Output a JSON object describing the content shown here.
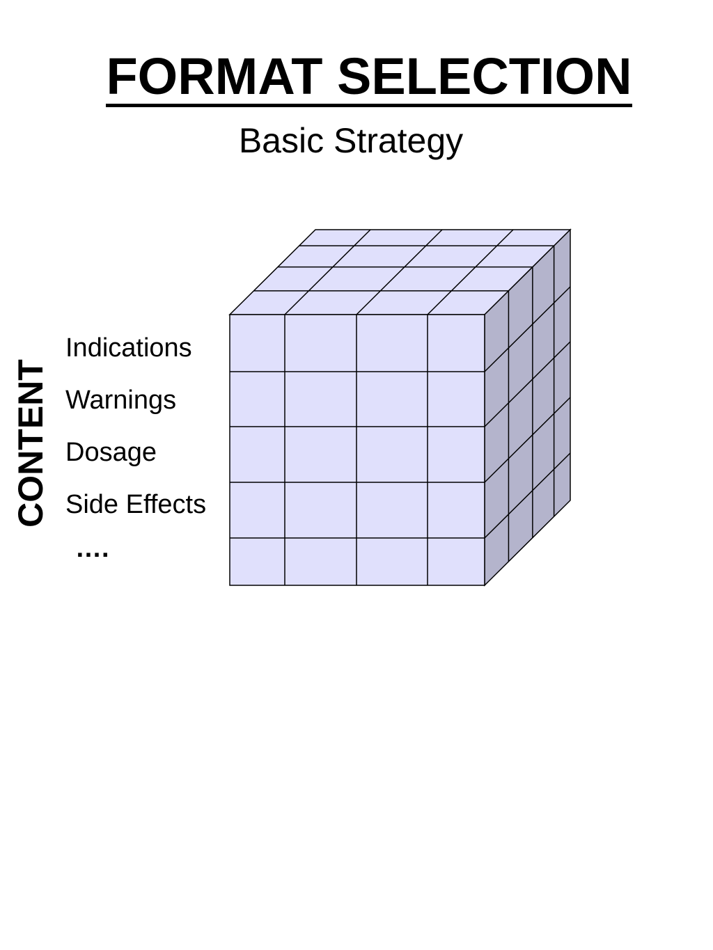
{
  "header": {
    "title": "FORMAT SELECTION",
    "subtitle": "Basic Strategy"
  },
  "axis": {
    "content_label": "CONTENT"
  },
  "content_items": [
    "Indications",
    "Warnings",
    "Dosage",
    "Side Effects"
  ],
  "ellipsis": "….",
  "cube": {
    "front_columns": 4,
    "front_rows": 5,
    "depth_layers": 4,
    "colors": {
      "front_fill": "#e0e0fc",
      "top_fill": "#e0e0fc",
      "side_fill": "#b4b4cc",
      "stroke": "#000000"
    }
  }
}
